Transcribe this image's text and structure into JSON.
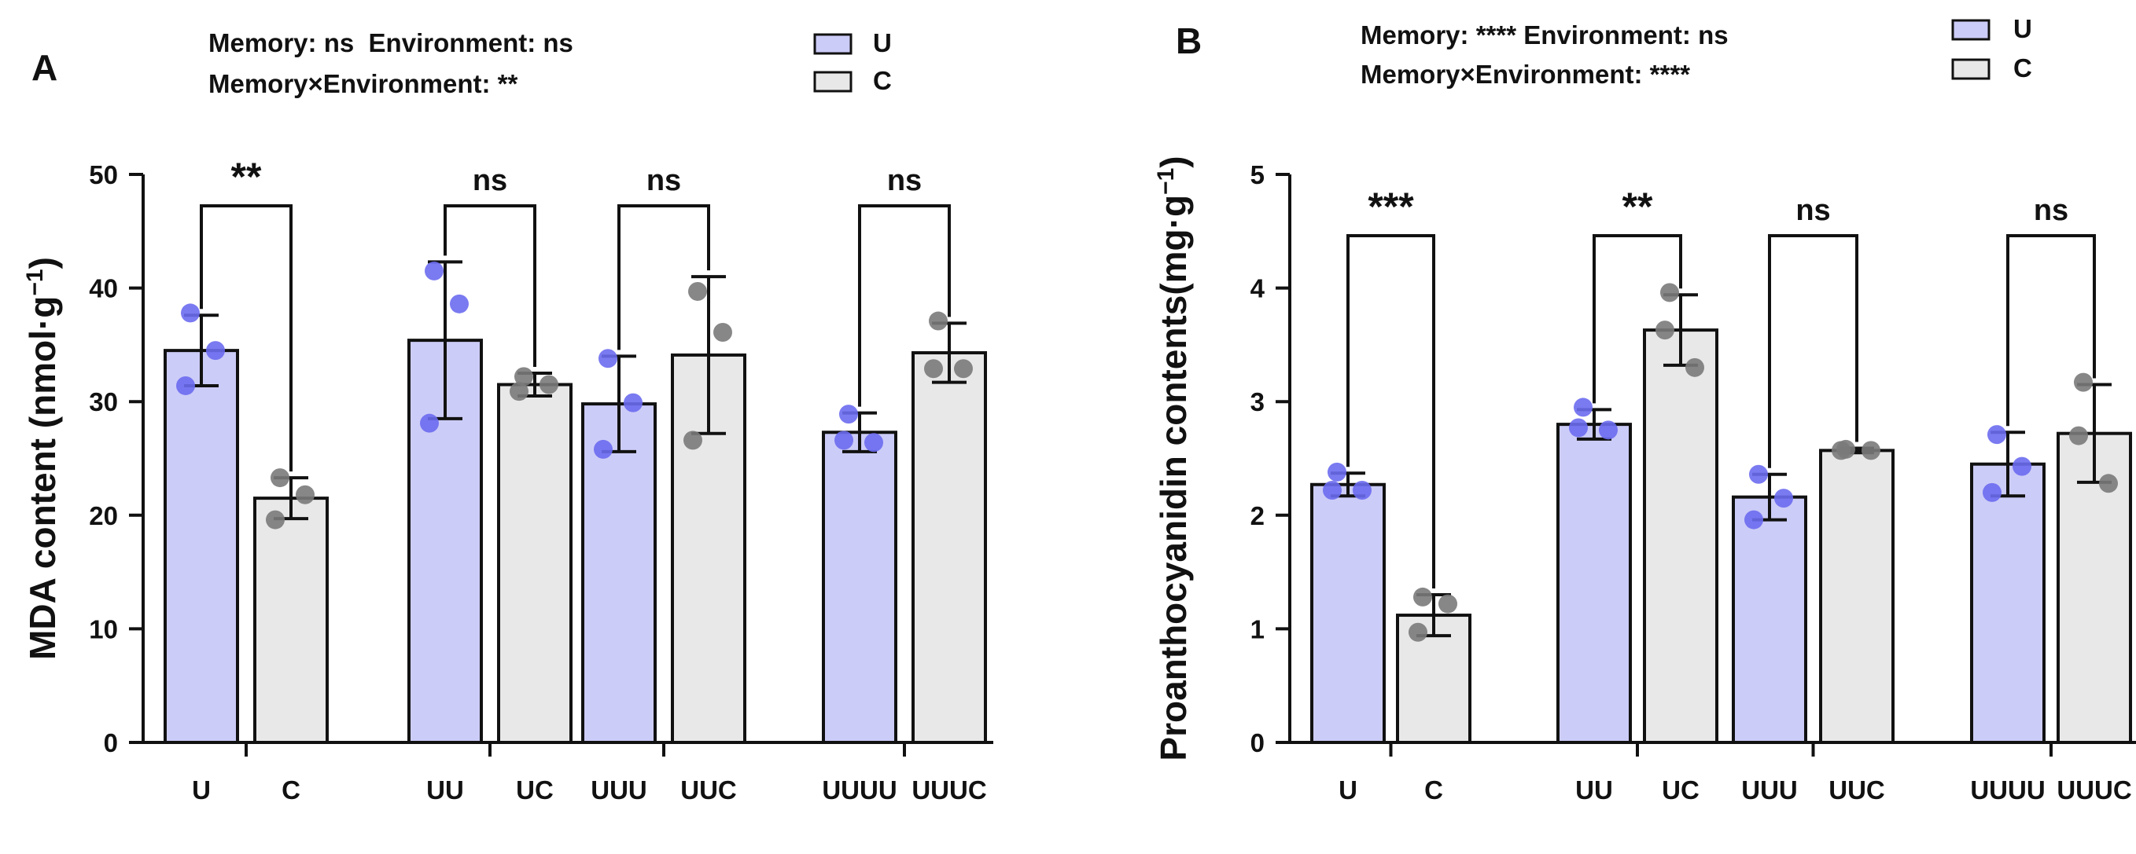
{
  "panels": [
    {
      "panel_letter": "A",
      "stats_line1": "Memory: ns  Environment: ns",
      "stats_line2": "Memory×Environment: **",
      "legend": [
        {
          "label": "U",
          "color": "#ccccf8"
        },
        {
          "label": "C",
          "color": "#e8e8e8"
        }
      ]
    },
    {
      "panel_letter": "B",
      "stats_line1": "Memory: **** Environment: ns",
      "stats_line2": "Memory×Environment: ****",
      "legend": [
        {
          "label": "U",
          "color": "#ccccf8"
        },
        {
          "label": "C",
          "color": "#e8e8e8"
        }
      ]
    }
  ],
  "chart_data": [
    {
      "type": "bar",
      "ylabel": "MDA content (nmol·g",
      "ylabel_sup": "−1",
      "ylabel_close": ")",
      "ylim": [
        0,
        50
      ],
      "yticks": [
        0,
        10,
        20,
        30,
        40,
        50
      ],
      "categories": [
        "U",
        "C",
        "UU",
        "UC",
        "UUU",
        "UUC",
        "UUUU",
        "UUUC"
      ],
      "values": [
        34.5,
        21.5,
        35.4,
        31.5,
        29.8,
        34.1,
        27.3,
        34.3
      ],
      "errors": [
        3.1,
        1.8,
        6.9,
        1.0,
        4.2,
        6.9,
        1.7,
        2.6
      ],
      "points": [
        [
          37.8,
          34.5,
          31.4
        ],
        [
          23.3,
          21.8,
          19.6
        ],
        [
          41.5,
          38.6,
          28.1
        ],
        [
          32.2,
          31.5,
          30.9
        ],
        [
          33.8,
          29.9,
          25.8
        ],
        [
          39.7,
          36.1,
          26.6
        ],
        [
          28.9,
          26.4,
          26.6
        ],
        [
          37.1,
          32.9,
          32.9
        ]
      ],
      "series_colors": [
        "#ccccf8",
        "#e8e8e8"
      ],
      "point_colors": [
        "#6b6bf0",
        "#7a7a7a"
      ],
      "significance": [
        "**",
        "ns",
        "ns",
        "ns"
      ]
    },
    {
      "type": "bar",
      "ylabel": "Proanthocyanidin contents(mg·g",
      "ylabel_sup": "−1",
      "ylabel_close": ")",
      "ylim": [
        0,
        5
      ],
      "yticks": [
        0,
        1,
        2,
        3,
        4,
        5
      ],
      "categories": [
        "U",
        "C",
        "UU",
        "UC",
        "UUU",
        "UUC",
        "UUUU",
        "UUUC"
      ],
      "values": [
        2.27,
        1.12,
        2.8,
        3.63,
        2.16,
        2.57,
        2.45,
        2.72
      ],
      "errors": [
        0.1,
        0.18,
        0.13,
        0.31,
        0.2,
        0.02,
        0.28,
        0.43
      ],
      "points": [
        [
          2.38,
          2.22,
          2.22
        ],
        [
          1.28,
          1.22,
          0.97
        ],
        [
          2.95,
          2.75,
          2.77
        ],
        [
          3.96,
          3.3,
          3.63
        ],
        [
          2.36,
          2.15,
          1.96
        ],
        [
          2.58,
          2.57,
          2.57
        ],
        [
          2.71,
          2.43,
          2.2
        ],
        [
          3.17,
          2.28,
          2.7
        ]
      ],
      "series_colors": [
        "#ccccf8",
        "#e8e8e8"
      ],
      "point_colors": [
        "#6b6bf0",
        "#7a7a7a"
      ],
      "significance": [
        "***",
        "**",
        "ns",
        "ns"
      ]
    }
  ]
}
